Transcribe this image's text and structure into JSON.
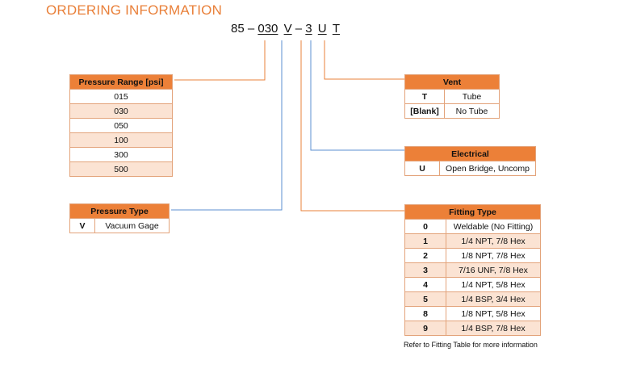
{
  "title": "ORDERING INFORMATION",
  "part_number": {
    "prefix": "85 –",
    "range_code": "030",
    "type_code": "V",
    "dash": "–",
    "fitting_code": "3",
    "electrical_code": "U",
    "vent_code": "T"
  },
  "pressure_range": {
    "header": "Pressure Range [psi]",
    "rows": [
      "015",
      "030",
      "050",
      "100",
      "300",
      "500"
    ]
  },
  "pressure_type": {
    "header": "Pressure Type",
    "rows": [
      {
        "code": "V",
        "label": "Vacuum Gage"
      }
    ]
  },
  "vent": {
    "header": "Vent",
    "rows": [
      {
        "code": "T",
        "label": "Tube"
      },
      {
        "code": "[Blank]",
        "label": "No Tube"
      }
    ]
  },
  "electrical": {
    "header": "Electrical",
    "rows": [
      {
        "code": "U",
        "label": "Open Bridge, Uncomp"
      }
    ]
  },
  "fitting_type": {
    "header": "Fitting Type",
    "rows": [
      {
        "code": "0",
        "label": "Weldable (No Fitting)"
      },
      {
        "code": "1",
        "label": "1/4 NPT, 7/8 Hex"
      },
      {
        "code": "2",
        "label": "1/8 NPT, 7/8 Hex"
      },
      {
        "code": "3",
        "label": "7/16 UNF, 7/8 Hex"
      },
      {
        "code": "4",
        "label": "1/4 NPT, 5/8 Hex"
      },
      {
        "code": "5",
        "label": "1/4 BSP, 3/4 Hex"
      },
      {
        "code": "8",
        "label": "1/8 NPT, 5/8 Hex"
      },
      {
        "code": "9",
        "label": "1/4 BSP, 7/8 Hex"
      }
    ]
  },
  "note": "Refer to Fitting Table for more information",
  "colors": {
    "accent": "#e9803a",
    "header_fill": "#ec8038",
    "row_tint": "#fbe3d3",
    "connector_orange": "#e9803a",
    "connector_blue": "#5b8fd1"
  }
}
